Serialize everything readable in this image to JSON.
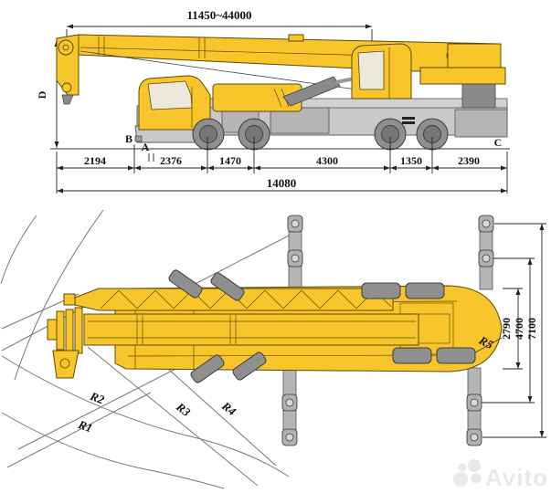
{
  "diagram": {
    "view_side": {
      "boom_length": "11450~44000",
      "height_label": "D",
      "segment_dims": [
        "2194",
        "2376",
        "1470",
        "4300",
        "1350",
        "2390"
      ],
      "total_length": "14080",
      "label_a": "A",
      "label_b": "B",
      "label_c": "C"
    },
    "view_plan": {
      "outrigger_dims": [
        "2790",
        "4700",
        "7100"
      ],
      "radius_labels": [
        "R1",
        "R2",
        "R3",
        "R4",
        "R5"
      ]
    },
    "watermark": "Avito",
    "colors": {
      "crane_yellow": "#F8C62B",
      "crane_outline": "#5a4a08",
      "chassis_gray": "#c9c9c9",
      "wheel_gray": "#8f8f8f",
      "dimension_line": "#222222",
      "watermark_gray": "#e9e9e9"
    }
  }
}
